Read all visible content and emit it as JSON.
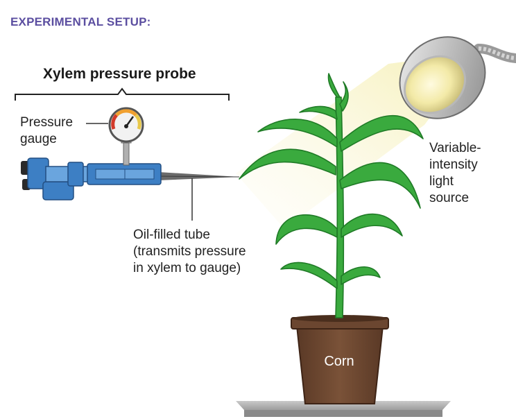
{
  "heading": "EXPERIMENTAL SETUP:",
  "colors": {
    "heading": "#5b4ea0",
    "probe_blue": "#3d7fc4",
    "probe_light_blue": "#6aa5de",
    "plant_green": "#3aaa3e",
    "plant_dark_green": "#1f7a26",
    "pot_brown": "#6b4630",
    "light_glow": "#f6f1c4"
  },
  "labels": {
    "probe_title": "Xylem pressure probe",
    "pressure_gauge": [
      "Pressure",
      "gauge"
    ],
    "oil_tube": [
      "Oil-filled tube",
      "(transmits pressure",
      "in xylem to gauge)"
    ],
    "light_source": [
      "Variable-",
      "intensity",
      "light",
      "source"
    ],
    "pot": "Corn"
  },
  "icons": {
    "probe": "xylem-pressure-probe-illustration",
    "gauge": "pressure-gauge-dial",
    "plant": "corn-plant-illustration",
    "pot": "flower-pot",
    "lamp": "lamp-illustration"
  }
}
